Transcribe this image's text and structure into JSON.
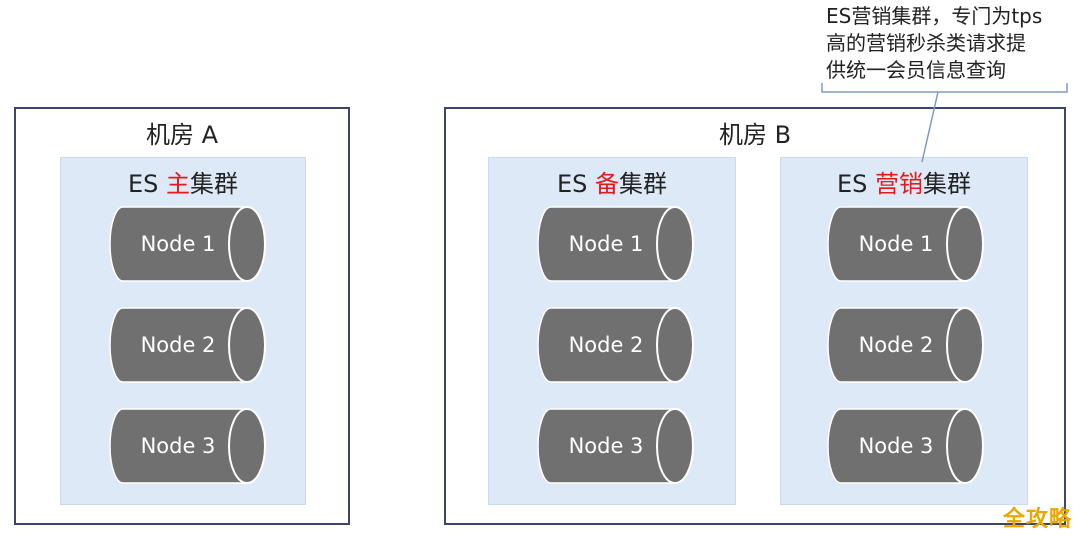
{
  "rooms": [
    {
      "title": "机房 A",
      "clusters": [
        {
          "prefix": "ES ",
          "highlight": "主",
          "suffix": "集群",
          "nodes": [
            "Node 1",
            "Node 2",
            "Node 3"
          ]
        }
      ]
    },
    {
      "title": "机房 B",
      "clusters": [
        {
          "prefix": "ES ",
          "highlight": "备",
          "suffix": "集群",
          "nodes": [
            "Node 1",
            "Node 2",
            "Node 3"
          ]
        },
        {
          "prefix": "ES ",
          "highlight": "营销",
          "suffix": "集群",
          "nodes": [
            "Node 1",
            "Node 2",
            "Node 3"
          ]
        }
      ]
    }
  ],
  "annotation": {
    "lines": [
      "ES营销集群，专门为tps",
      "高的营销秒杀类请求提",
      "供统一会员信息查询"
    ]
  },
  "watermark": "全攻略",
  "colors": {
    "room_border": "#3d4668",
    "cluster_fill": "#dde9f6",
    "node_fill": "#707070",
    "highlight_text": "#e01b1b",
    "connector": "#7f9bbf"
  }
}
